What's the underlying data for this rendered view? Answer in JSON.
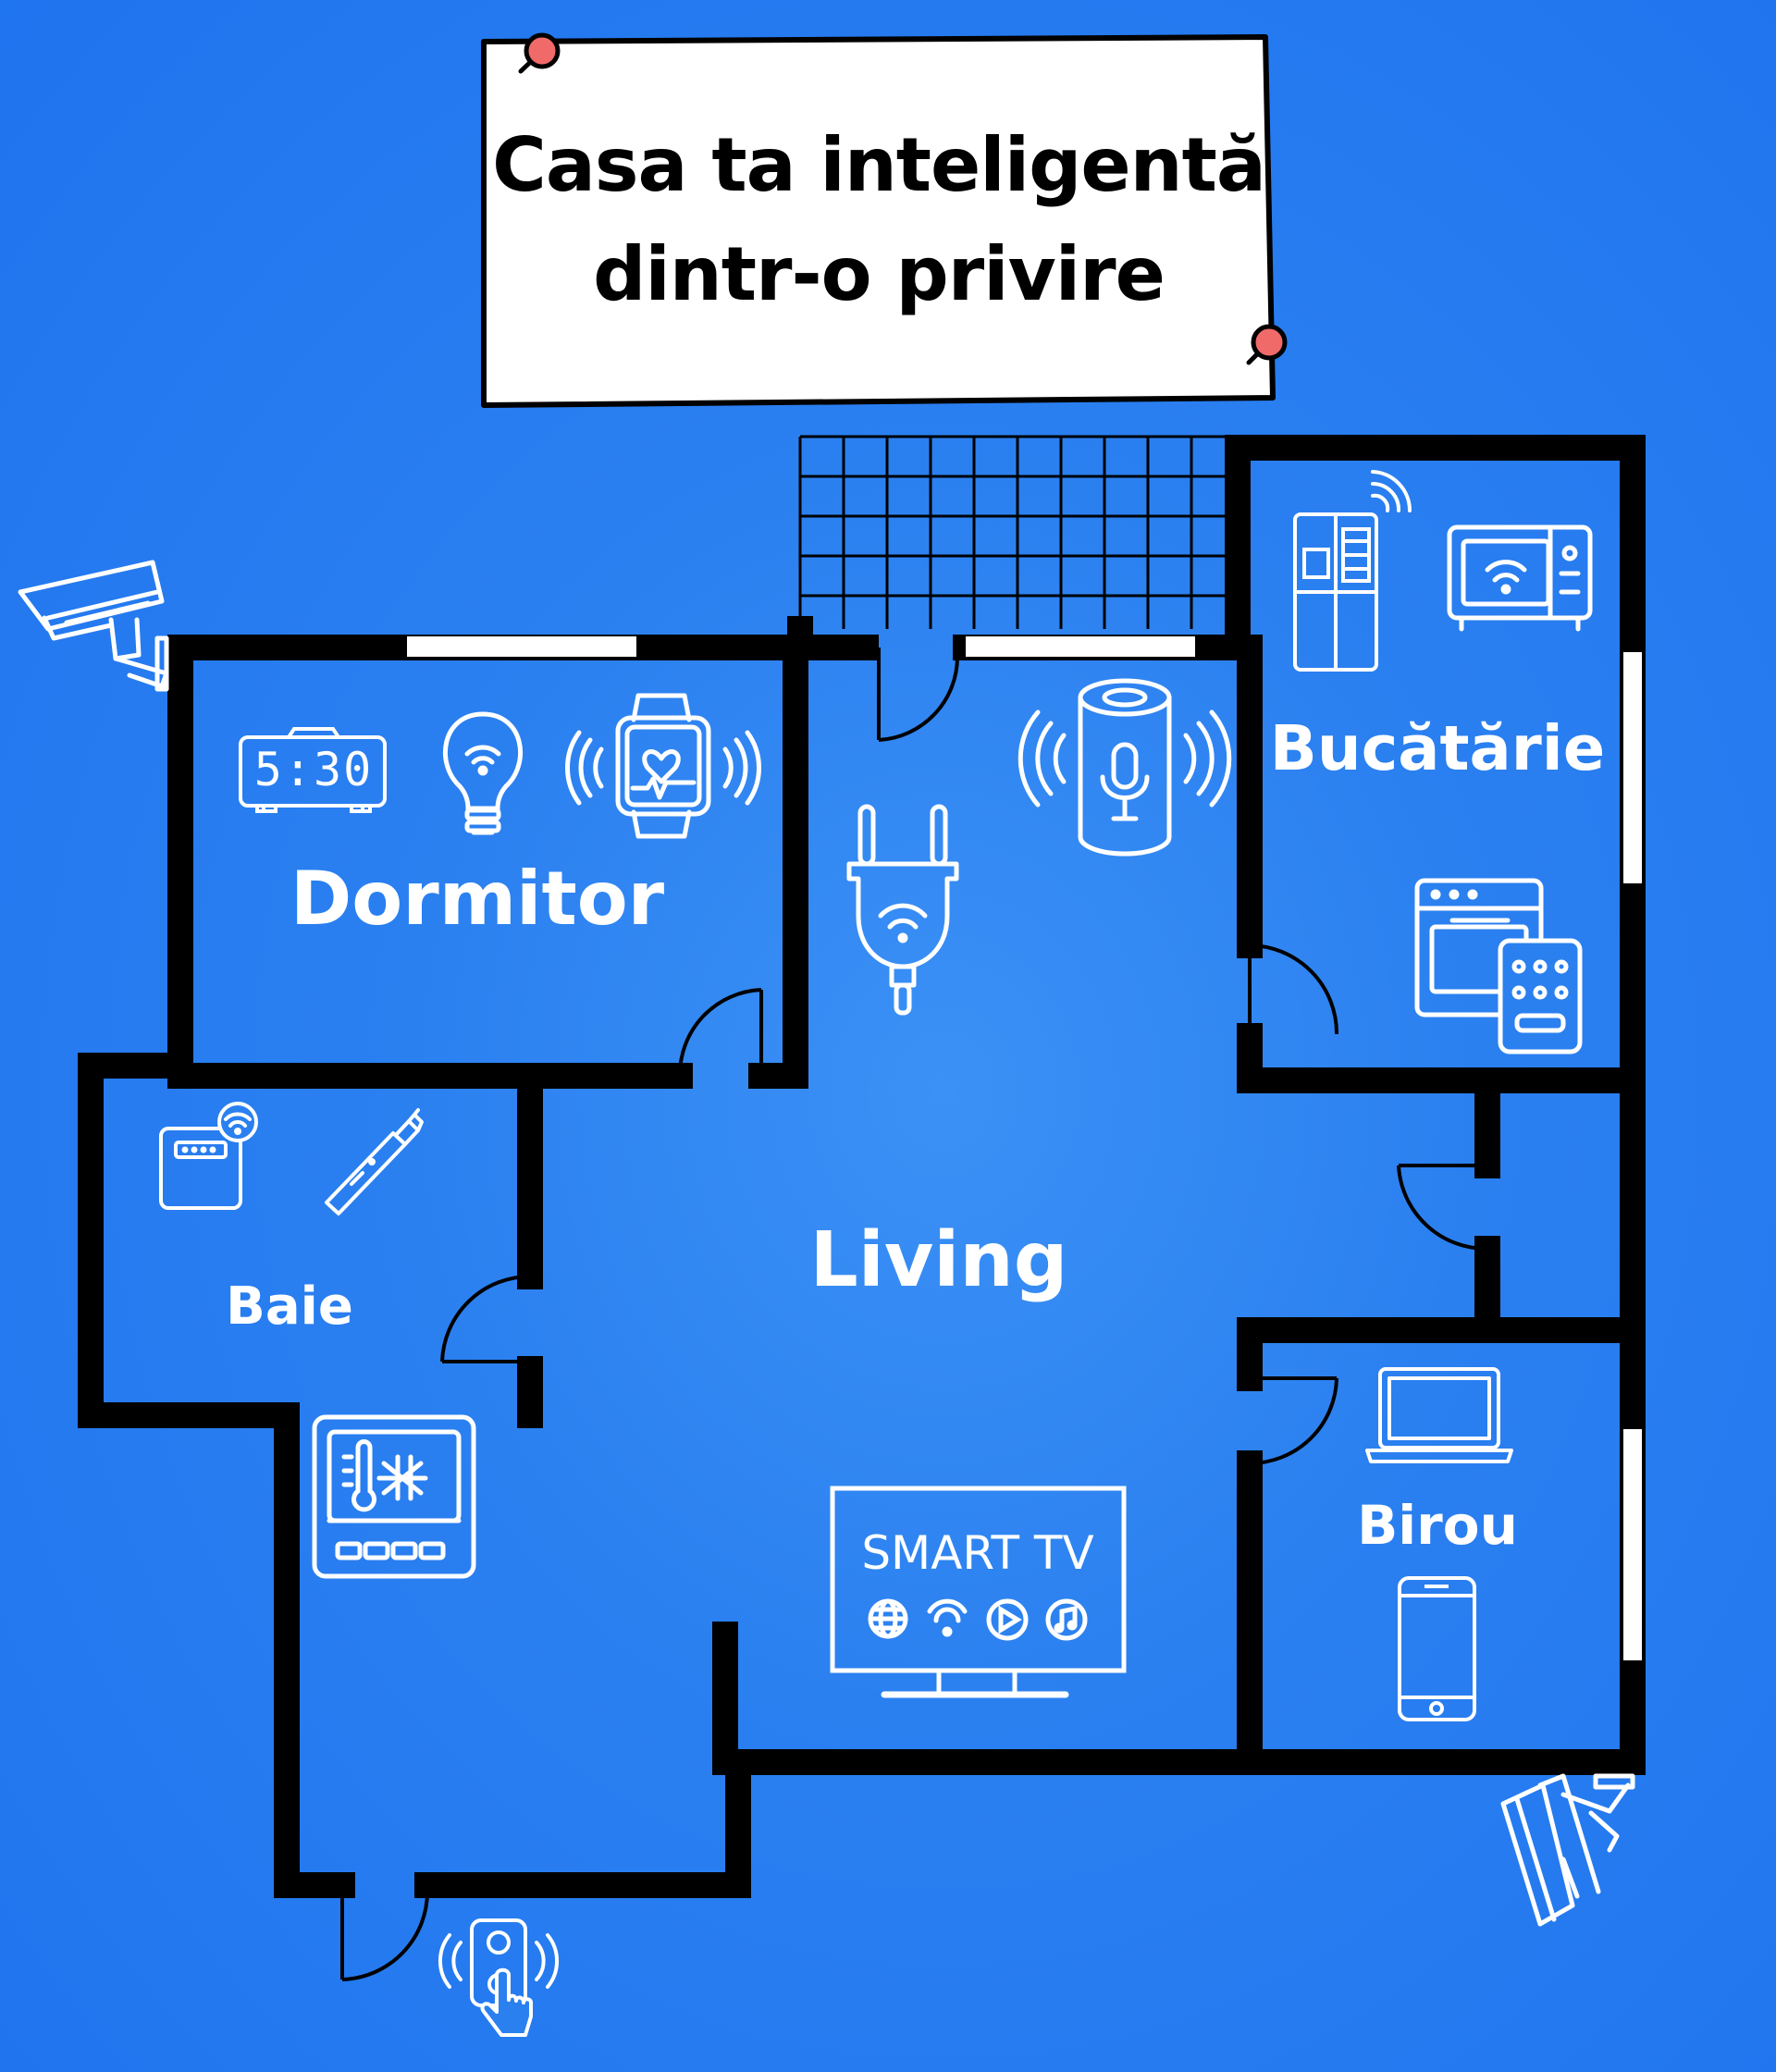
{
  "title": {
    "line1": "Casa ta inteligentă",
    "line2": "dintr-o privire"
  },
  "rooms": {
    "dormitor": "Dormitor",
    "bucatarie": "Bucătărie",
    "baie": "Baie",
    "living": "Living",
    "birou": "Birou"
  },
  "devices": {
    "alarm_clock_time": "5:30",
    "smart_tv_label": "SMART TV",
    "icons": [
      "security-camera-icon",
      "alarm-clock-icon",
      "smart-bulb-icon",
      "smartwatch-icon",
      "smart-plug-icon",
      "smart-speaker-icon",
      "smart-fridge-icon",
      "microwave-icon",
      "smart-oven-icon",
      "smart-scale-icon",
      "electric-toothbrush-icon",
      "thermostat-icon",
      "smart-tv-icon",
      "laptop-icon",
      "smartphone-icon",
      "video-doorbell-icon"
    ]
  },
  "colors": {
    "background": "#2b80f0",
    "walls": "#000000",
    "lines": "#ffffff",
    "pin": "#f06a6a",
    "card": "#ffffff"
  }
}
